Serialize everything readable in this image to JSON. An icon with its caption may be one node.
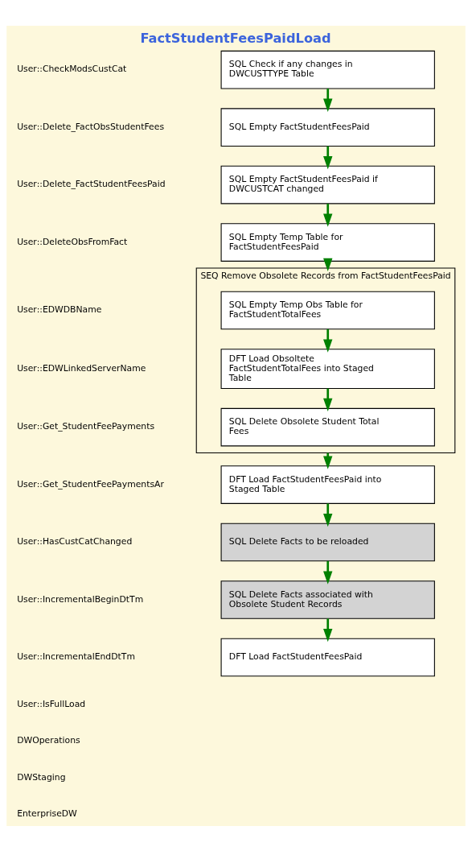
{
  "diagram": {
    "title": "FactStudentFeesPaidLoad",
    "nodes": [
      {
        "text": [
          "SQL Check if any changes in DWCUSTTYPE Table"
        ]
      },
      {
        "text": [
          "SQL Empty FactStudentFeesPaid"
        ]
      },
      {
        "text": [
          "SQL Empty FactStudentFeesPaid if DWCUSTCAT changed"
        ]
      },
      {
        "text": [
          "SQL Empty Temp Table for FactStudentFeesPaid"
        ]
      },
      {
        "text": [
          "SEQ Remove Obsolete Records from FactStudentFeesPaid"
        ]
      },
      {
        "text": [
          "SQL Empty Temp Obs Table for FactStudentTotalFees"
        ],
        "in": 4
      },
      {
        "text": [
          "DFT Load Obsoltete FactStudentTotalFees into Staged Table"
        ],
        "in": 4
      },
      {
        "text": [
          "SQL Delete Obsolete Student Total Fees"
        ],
        "in": 4
      },
      {
        "text": [
          "DFT Load FactStudentFeesPaid into Staged Table"
        ]
      },
      {
        "text": [
          "SQL Delete Facts to be reloaded"
        ]
      },
      {
        "text": [
          "SQL Delete Facts associated with Obsolete Student Records"
        ]
      },
      {
        "text": [
          "DFT Load FactStudentFeesPaid"
        ]
      }
    ],
    "edges": [
      {
        "from": 0,
        "to": 1,
        "arrow": "to"
      },
      {
        "from": 1,
        "to": 2,
        "arrow": "to"
      },
      {
        "from": 2,
        "to": 3,
        "arrow": "to"
      },
      {
        "from": 3,
        "to": 4,
        "arrow": "to"
      },
      {
        "from": 5,
        "to": 6,
        "arrow": "to"
      },
      {
        "from": 6,
        "to": 7,
        "arrow": "to"
      },
      {
        "from": 4,
        "to": 8,
        "arrow": "to"
      },
      {
        "from": 8,
        "to": 9,
        "arrow": "to"
      },
      {
        "from": 9,
        "to": 10,
        "arrow": "to"
      },
      {
        "from": 10,
        "to": 11,
        "arrow": "to"
      }
    ],
    "labels": [
      "User::CheckModsCustCat",
      "User::Delete_FactObsStudentFees",
      "User::Delete_FactStudentFeesPaid",
      "User::DeleteObsFromFact",
      "User::EDWDBName",
      "User::EDWLinkedServerName",
      "User::Get_StudentFeePayments",
      "User::Get_StudentFeePaymentsAr",
      "User::HasCustCatChanged",
      "User::IncrementalBeginDtTm",
      "User::IncrementalEndDtTm",
      "User::IsFullLoad",
      "DWOperations",
      "DWStaging",
      "EnterpriseDW"
    ]
  }
}
